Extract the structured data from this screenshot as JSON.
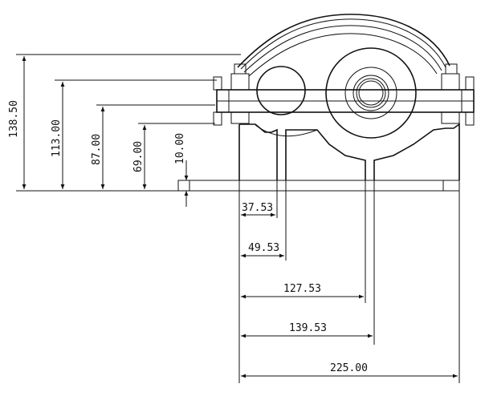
{
  "dimensions": {
    "vertical": [
      {
        "id": "v1",
        "label": "138.50"
      },
      {
        "id": "v2",
        "label": "113.00"
      },
      {
        "id": "v3",
        "label": "87.00"
      },
      {
        "id": "v4",
        "label": "69.00"
      },
      {
        "id": "v5",
        "label": "10.00"
      }
    ],
    "horizontal": [
      {
        "id": "h1",
        "label": "37.53"
      },
      {
        "id": "h2",
        "label": "49.53"
      },
      {
        "id": "h3",
        "label": "127.53"
      },
      {
        "id": "h4",
        "label": "139.53"
      },
      {
        "id": "h5",
        "label": "225.00"
      }
    ]
  }
}
